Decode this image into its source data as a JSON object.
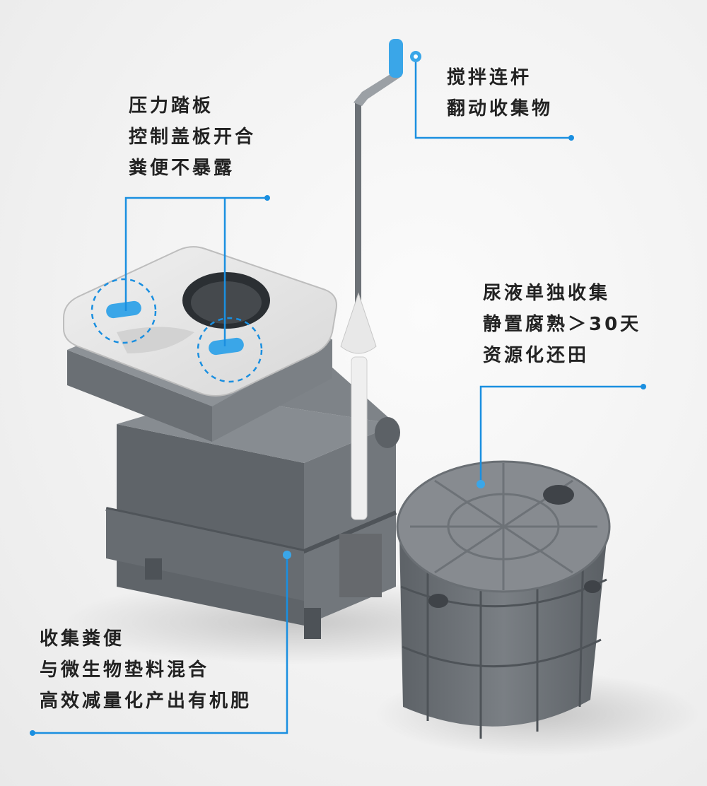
{
  "callouts": {
    "pedal": {
      "lines": [
        "压力踏板",
        "控制盖板开合",
        "粪便不暴露"
      ]
    },
    "stir": {
      "lines": [
        "搅拌连杆",
        "翻动收集物"
      ]
    },
    "urine": {
      "lines": [
        "尿液单独收集",
        "静置腐熟＞30天",
        "资源化还田"
      ]
    },
    "collect": {
      "lines": [
        "收集粪便",
        "与微生物垫料混合",
        "高效减量化产出有机肥"
      ]
    }
  },
  "colors": {
    "accent": "#1a8fe0",
    "pedal_blue": "#3aa6e8",
    "tank_gray": "#6f7479",
    "seat_white": "#e6e6e6"
  }
}
